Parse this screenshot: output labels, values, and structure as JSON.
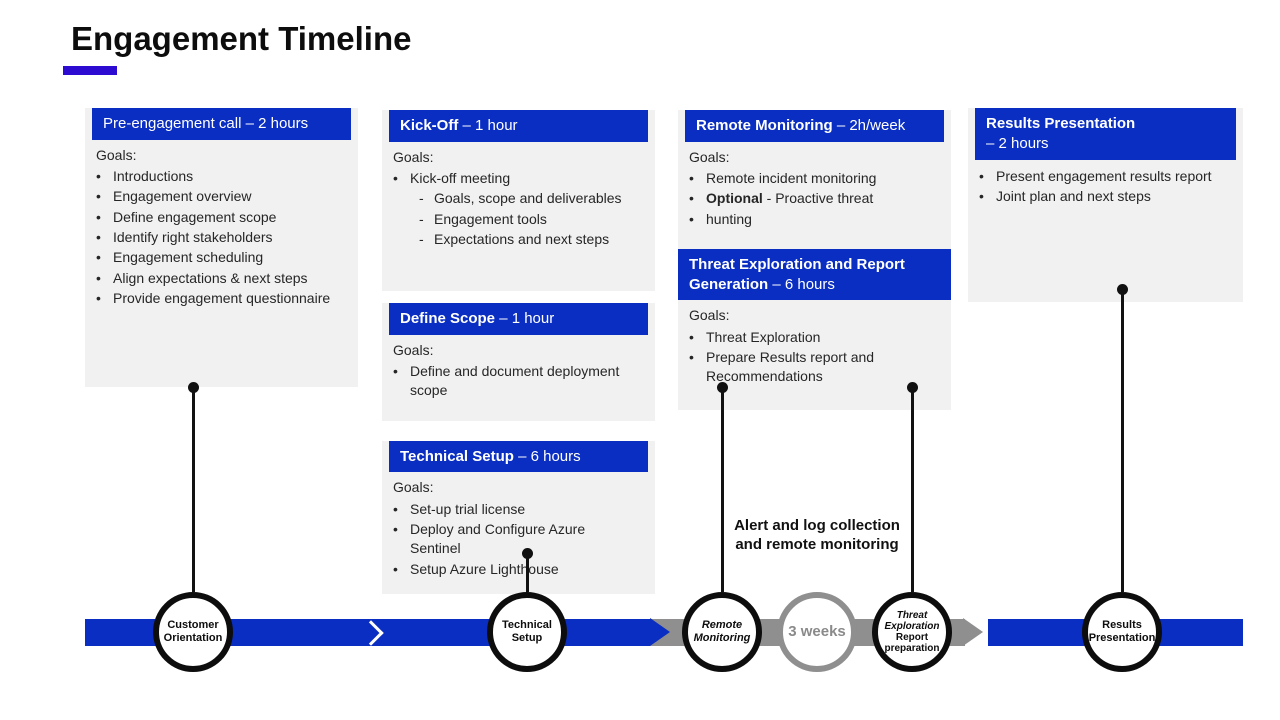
{
  "title": "Engagement Timeline",
  "glyphs": {
    "bullet": "•",
    "sub_bullet": "-"
  },
  "colors": {
    "accent_blue": "#0a2ec2",
    "underline": "#2e0bd0",
    "bar_gray": "#8f8f8f",
    "card_bg": "#f1f1f1"
  },
  "columns": [
    {
      "cards": [
        {
          "header_bold": "",
          "header_rest": "Pre-engagement call –  2 hours",
          "goals_label": "Goals:",
          "bullets": [
            {
              "text": "Introductions"
            },
            {
              "text": "Engagement overview"
            },
            {
              "text": "Define engagement scope"
            },
            {
              "text": "Identify right stakeholders"
            },
            {
              "text": "Engagement scheduling"
            },
            {
              "text": "Align expectations & next steps"
            },
            {
              "text": "Provide engagement questionnaire"
            }
          ]
        }
      ]
    },
    {
      "cards": [
        {
          "header_bold": "Kick-Off",
          "header_rest": " – 1 hour",
          "goals_label": "Goals:",
          "bullets": [
            {
              "text": "Kick-off meeting"
            },
            {
              "text": "Goals, scope and deliverables",
              "sub": true
            },
            {
              "text": "Engagement tools",
              "sub": true
            },
            {
              "text": "Expectations and next steps",
              "sub": true
            }
          ]
        },
        {
          "header_bold": "Define Scope",
          "header_rest": " – 1 hour",
          "goals_label": "Goals:",
          "bullets": [
            {
              "text": "Define and document deployment scope"
            }
          ]
        },
        {
          "header_bold": "Technical Setup",
          "header_rest": " – 6 hours",
          "goals_label": "Goals:",
          "bullets": [
            {
              "text": "Set-up trial license"
            },
            {
              "text": "Deploy and Configure Azure Sentinel"
            },
            {
              "text": "Setup Azure Lighthouse"
            }
          ]
        }
      ]
    },
    {
      "cards": [
        {
          "header_bold": "Remote Monitoring",
          "header_rest": " – 2h/week",
          "goals_label": "Goals:",
          "bullets": [
            {
              "text": "Remote incident monitoring"
            },
            {
              "bold": "Optional",
              "text": " - Proactive threat"
            },
            {
              "text": "hunting"
            }
          ]
        },
        {
          "header_bold": "Threat Exploration and Report Generation",
          "header_rest": " – 6 hours",
          "goals_label": "Goals:",
          "full_width_header": true,
          "bullets": [
            {
              "text": "Threat Exploration"
            },
            {
              "text": "Prepare Results report and Recommendations"
            }
          ]
        }
      ]
    },
    {
      "cards": [
        {
          "header_bold": "Results Presentation",
          "header_rest": "– 2 hours",
          "header_break": true,
          "bullets": [
            {
              "text": "Present engagement results report"
            },
            {
              "text": "Joint plan and next steps"
            }
          ]
        }
      ]
    }
  ],
  "timeline": {
    "annotation": "Alert and log collection and remote monitoring",
    "nodes": [
      {
        "text": "Customer Orientation"
      },
      {
        "text": "Technical Setup"
      },
      {
        "italic_text": "Remote Monitoring"
      },
      {
        "text": "3 weeks",
        "style": "gap"
      },
      {
        "italic_text": "Threat Exploration",
        "text": "Report preparation"
      },
      {
        "text": "Results Presentation"
      }
    ]
  }
}
